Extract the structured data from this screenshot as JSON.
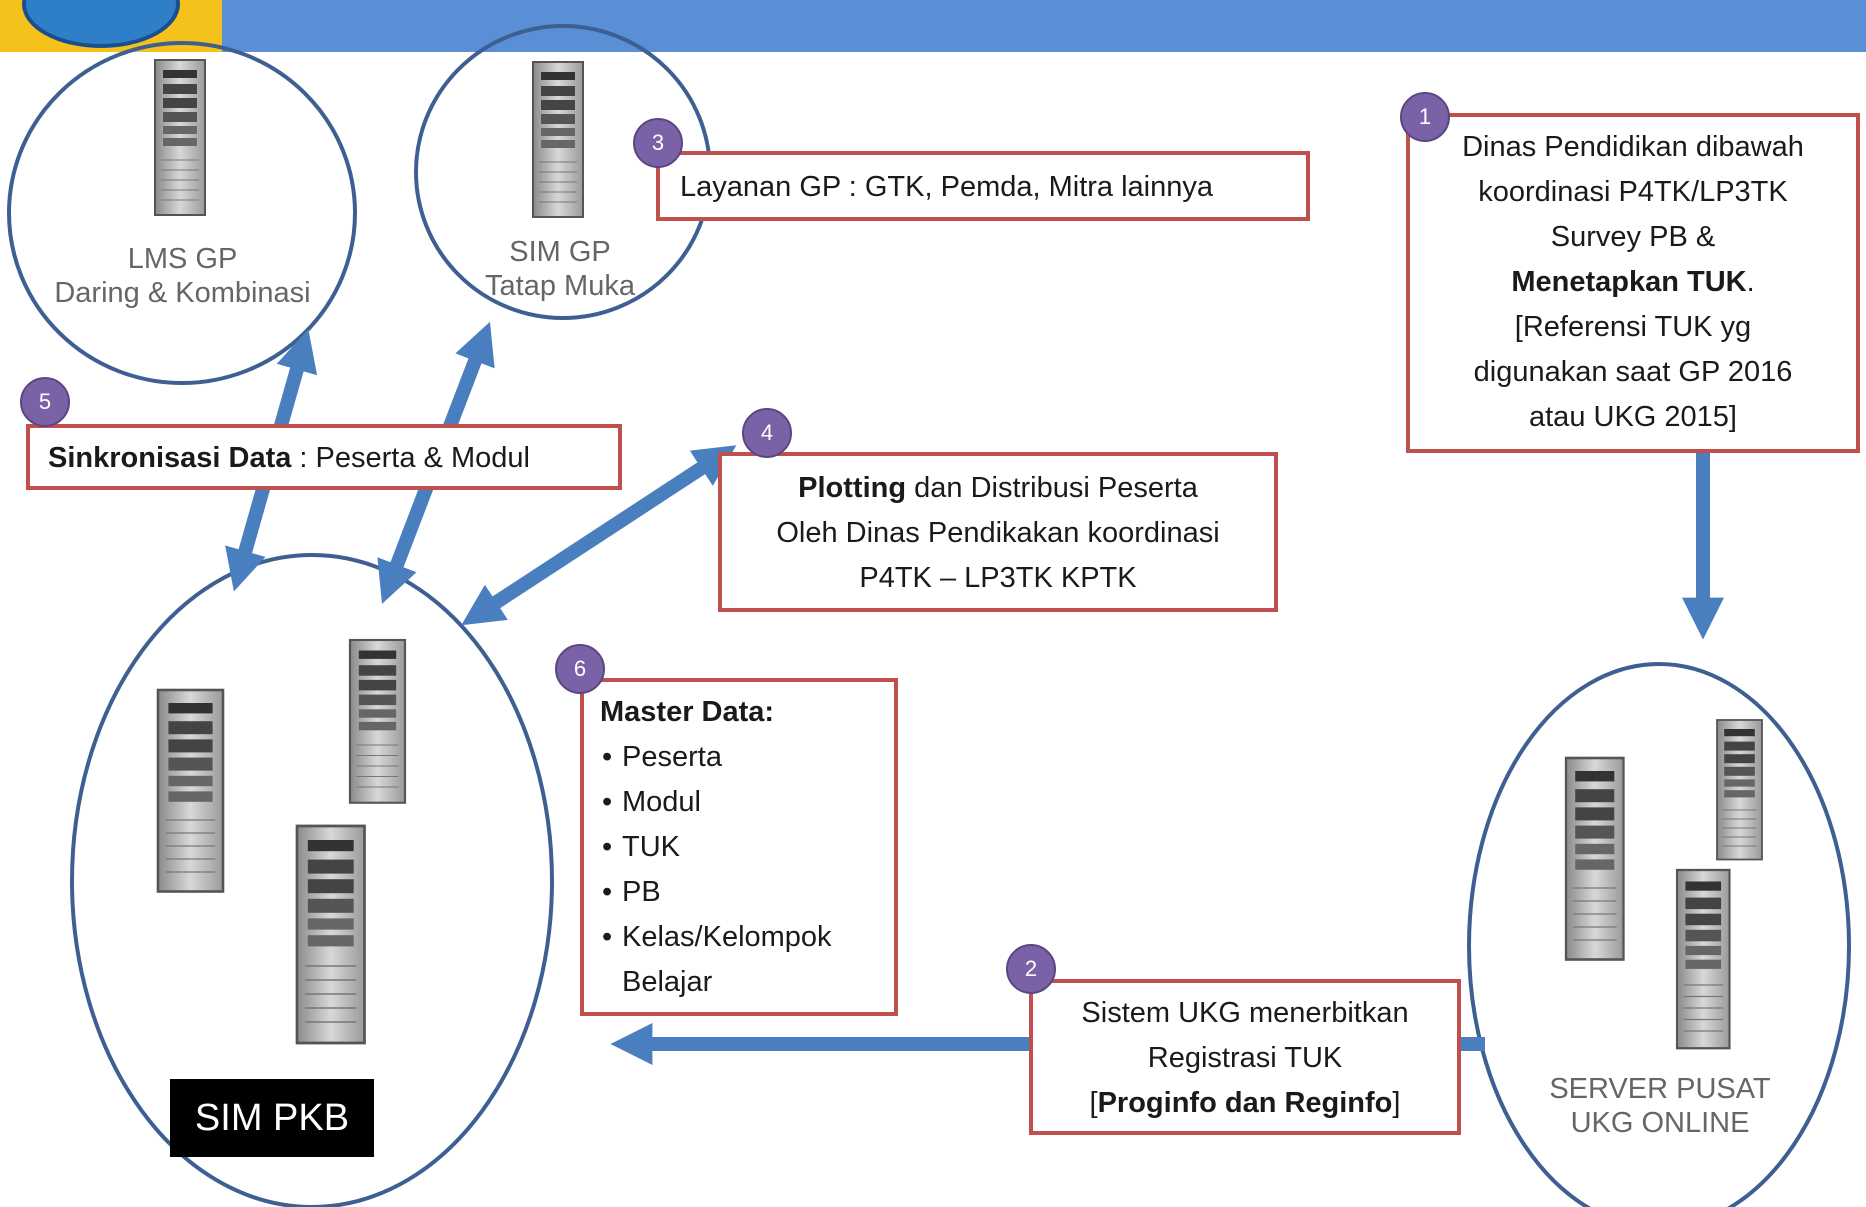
{
  "servers": {
    "lms": {
      "line1": "LMS GP",
      "line2": "Daring & Kombinasi"
    },
    "simgp": {
      "line1": "SIM GP",
      "line2": "Tatap Muka"
    },
    "pusat": {
      "line1": "SERVER PUSAT",
      "line2": "UKG ONLINE"
    },
    "simpkb": {
      "label": "SIM PKB"
    }
  },
  "steps": {
    "s1": {
      "num": "1",
      "line1": "Dinas Pendidikan dibawah",
      "line2": "koordinasi P4TK/LP3TK",
      "line3": "Survey PB &",
      "line4_bold": "Menetapkan TUK",
      "line4_tail": ".",
      "line5": "[Referensi TUK yg",
      "line6": "digunakan saat GP 2016",
      "line7": "atau UKG 2015]"
    },
    "s2": {
      "num": "2",
      "line1": "Sistem UKG menerbitkan",
      "line2": "Registrasi TUK",
      "line3_pre": "[",
      "line3_bold": "Proginfo dan Reginfo",
      "line3_post": "]"
    },
    "s3": {
      "num": "3",
      "text": "Layanan GP : GTK, Pemda, Mitra lainnya"
    },
    "s4": {
      "num": "4",
      "line1_bold": "Plotting",
      "line1_tail": " dan Distribusi Peserta",
      "line2": "Oleh Dinas Pendikakan koordinasi",
      "line3": "P4TK – LP3TK KPTK"
    },
    "s5": {
      "num": "5",
      "bold": "Sinkronisasi Data",
      "tail": " : Peserta & Modul"
    },
    "s6": {
      "num": "6",
      "title": "Master Data:",
      "items": [
        "Peserta",
        "Modul",
        "TUK",
        "PB",
        "Kelas/Kelompok"
      ],
      "item5_cont": "Belajar"
    }
  },
  "colors": {
    "header": "#5a8fd6",
    "logo_bg": "#f5c21b",
    "arrow": "#4a7fbf",
    "circle": "#3d5f92",
    "box_border": "#c0504d",
    "badge": "#7b62a6"
  }
}
